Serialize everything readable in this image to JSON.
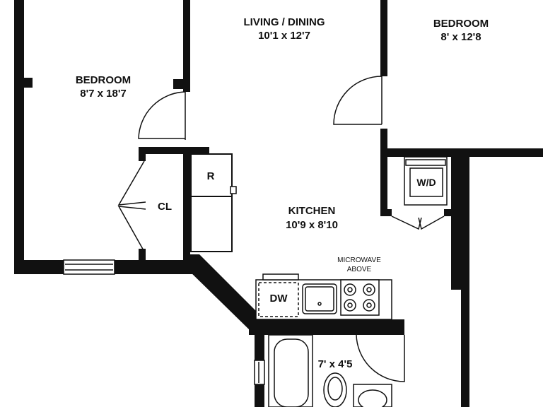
{
  "colors": {
    "wall": "#111111",
    "background": "#ffffff",
    "fixture_line": "#1a1a1a",
    "appliance_fill": "#f2f2f2"
  },
  "rooms": {
    "bedroom_left": {
      "name": "BEDROOM",
      "size": "8'7 x 18'7"
    },
    "living_dining": {
      "name": "LIVING / DINING",
      "size": "10'1 x 12'7"
    },
    "bedroom_right": {
      "name": "BEDROOM",
      "size": "8' x 12'8"
    },
    "kitchen": {
      "name": "KITCHEN",
      "size": "10'9 x 8'10"
    },
    "bath": {
      "size": "7' x 4'5"
    }
  },
  "closet": {
    "label": "CL"
  },
  "fixtures": {
    "refrigerator": "R",
    "washer_dryer": "W/D",
    "dishwasher": "DW",
    "microwave_line1": "MICROWAVE",
    "microwave_line2": "ABOVE"
  }
}
